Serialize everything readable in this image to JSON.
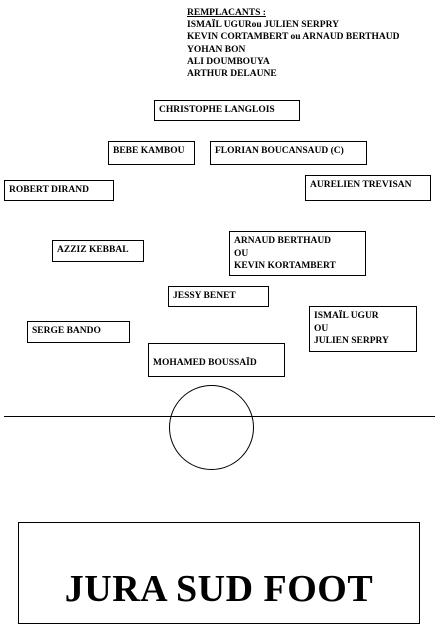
{
  "substitutes": {
    "title": "REMPLACANTS :",
    "lines": [
      "ISMAÏL UGURou JULIEN SERPRY",
      "KEVIN CORTAMBERT ou ARNAUD BERTHAUD",
      "YOHAN BON",
      "ALI DOUMBOUYA",
      "ARTHUR DELAUNE"
    ]
  },
  "players": {
    "p1": [
      "CHRISTOPHE LANGLOIS"
    ],
    "p2": [
      "BEBE KAMBOU"
    ],
    "p3": [
      "FLORIAN BOUCANSAUD (C)"
    ],
    "p4": [
      "ROBERT DIRAND"
    ],
    "p5": [
      "AURELIEN TREVISAN"
    ],
    "p6": [
      "AZZIZ KEBBAL"
    ],
    "p7": [
      "ARNAUD BERTHAUD",
      "OU",
      "KEVIN KORTAMBERT"
    ],
    "p8": [
      "JESSY BENET"
    ],
    "p9": [
      "SERGE BANDO"
    ],
    "p10": [
      "ISMAÏL UGUR",
      "OU",
      "JULIEN SERPRY"
    ],
    "p11": [
      "MOHAMED BOUSSAÏD"
    ]
  },
  "team": {
    "name": "JURA SUD FOOT"
  }
}
